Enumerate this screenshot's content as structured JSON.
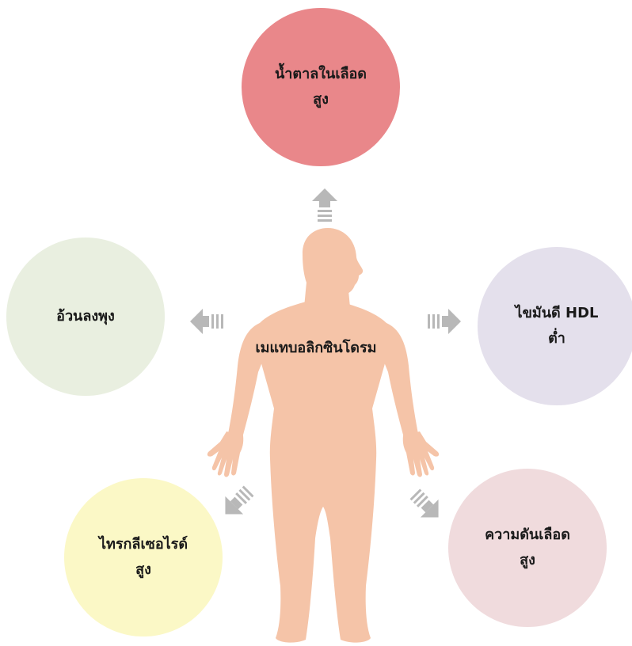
{
  "center": {
    "label": "เมแทบอลิกซินโดรม",
    "figure_icon": "human-body-silhouette",
    "figure_color": "#f5c4a8"
  },
  "arrow_color": "#b8b8b8",
  "conditions": [
    {
      "id": "high-blood-sugar",
      "label": "น้ำตาลในเลือด\nสูง",
      "color": "#e9878a"
    },
    {
      "id": "abdominal-obesity",
      "label": "อ้วนลงพุง",
      "color": "#e9efe0"
    },
    {
      "id": "low-hdl",
      "label": "ไขมันดี HDL\nต่ำ",
      "color": "#e4e0ec"
    },
    {
      "id": "high-triglycerides",
      "label": "ไทรกลีเซอไรด์\nสูง",
      "color": "#fbf8c6"
    },
    {
      "id": "high-blood-pressure",
      "label": "ความดันเลือด\nสูง",
      "color": "#f0dbdd"
    }
  ]
}
